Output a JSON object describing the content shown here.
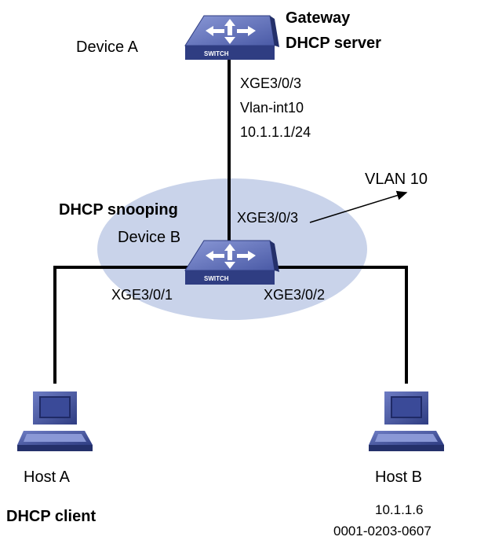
{
  "colors": {
    "vlan_area": "#c9d3ea",
    "switch_top": "#5a6bb0",
    "switch_side": "#2f3d82",
    "link": "#000000"
  },
  "device_a": {
    "name": "Device A",
    "role_line1": "Gateway",
    "role_line2": "DHCP server",
    "switch_badge": "SWITCH"
  },
  "device_a_port": {
    "interface": "XGE3/0/3",
    "vlan_interface": "Vlan-int10",
    "ip": "10.1.1.1/24"
  },
  "vlan": {
    "label": "VLAN 10"
  },
  "device_b": {
    "role": "DHCP snooping",
    "name": "Device B",
    "switch_badge": "SWITCH",
    "port_uplink": "XGE3/0/3",
    "port_left": "XGE3/0/1",
    "port_right": "XGE3/0/2"
  },
  "host_a": {
    "name": "Host A",
    "role": "DHCP client"
  },
  "host_b": {
    "name": "Host B",
    "ip": "10.1.1.6",
    "mac": "0001-0203-0607"
  },
  "icons": [
    "switch-icon",
    "pc-icon",
    "arrow-icon"
  ]
}
